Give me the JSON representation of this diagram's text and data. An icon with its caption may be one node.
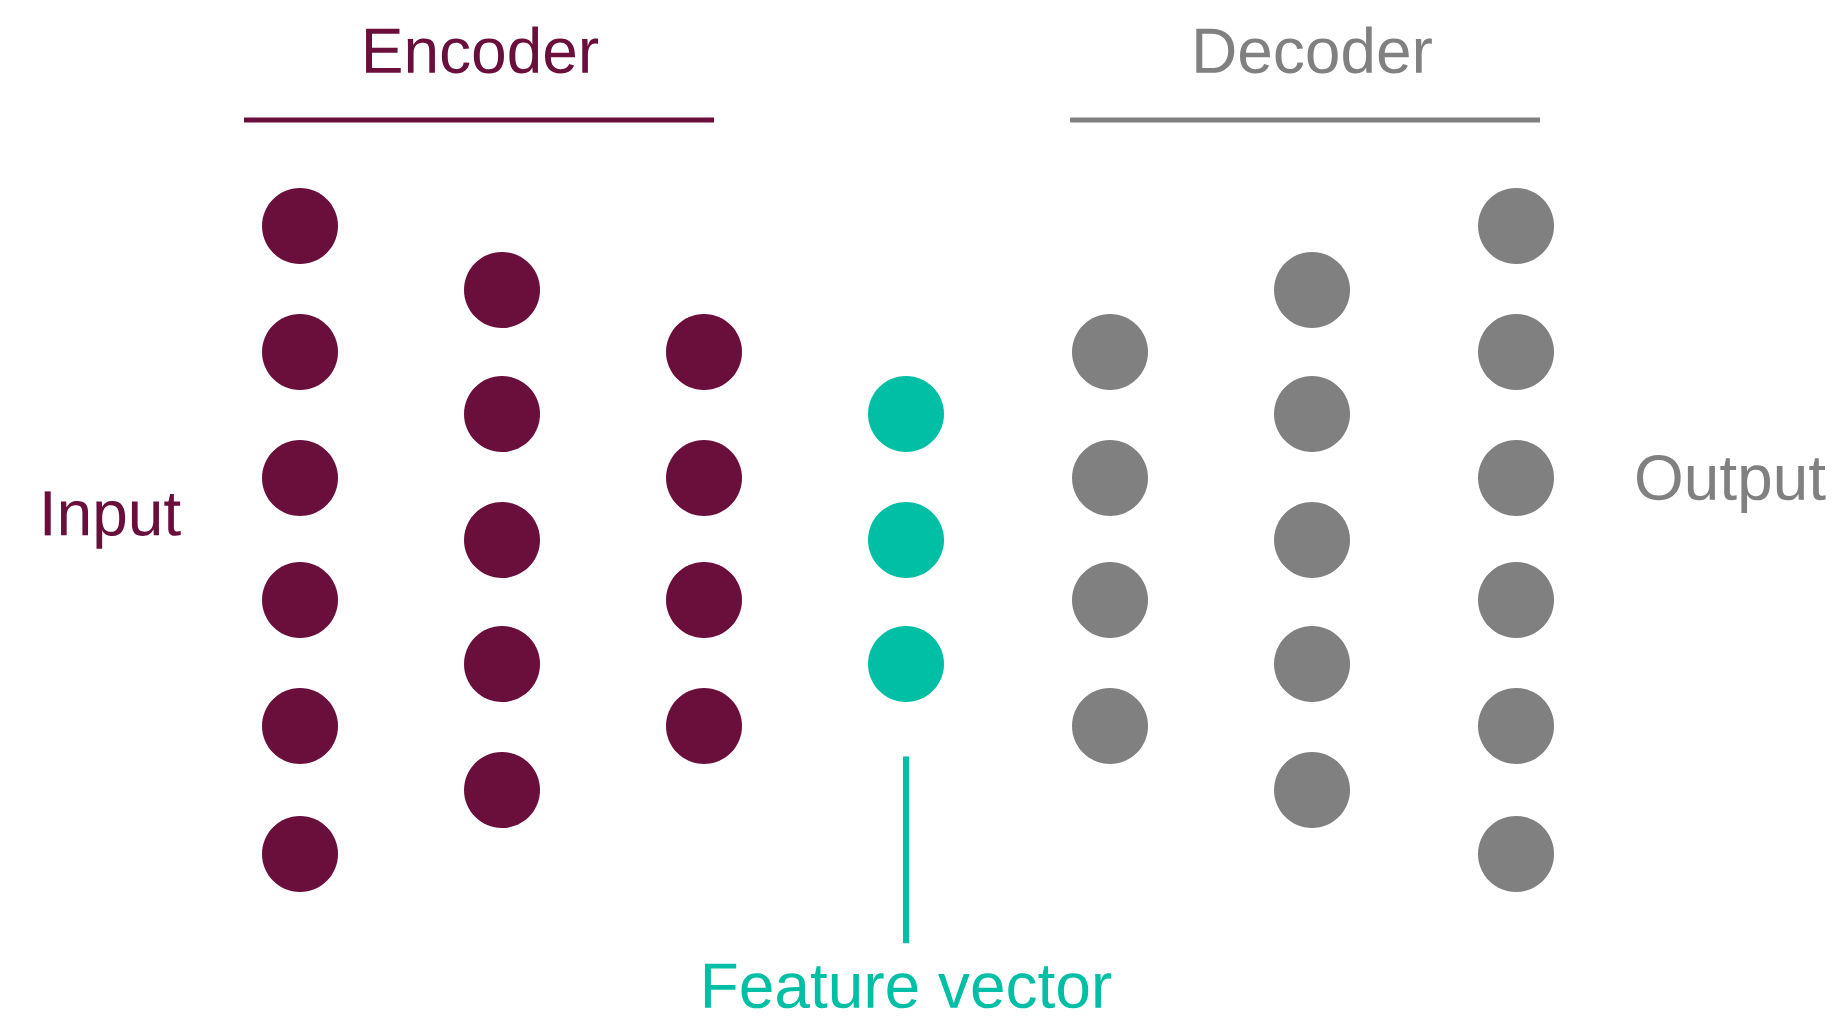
{
  "diagram": {
    "nodes": [
      {
        "text": [],
        "shape": "circle"
      },
      {
        "text": [],
        "shape": "circle"
      },
      {
        "text": [],
        "shape": "circle"
      },
      {
        "text": [],
        "shape": "circle"
      },
      {
        "text": [],
        "shape": "circle"
      },
      {
        "text": [],
        "shape": "circle"
      },
      {
        "text": [],
        "shape": "circle"
      },
      {
        "text": [],
        "shape": "circle"
      },
      {
        "text": [],
        "shape": "circle"
      },
      {
        "text": [],
        "shape": "circle"
      },
      {
        "text": [],
        "shape": "circle"
      },
      {
        "text": [],
        "shape": "circle"
      },
      {
        "text": [],
        "shape": "circle"
      },
      {
        "text": [],
        "shape": "circle"
      },
      {
        "text": [],
        "shape": "circle"
      },
      {
        "text": [],
        "shape": "circle"
      },
      {
        "text": [],
        "shape": "circle"
      },
      {
        "text": [],
        "shape": "circle"
      },
      {
        "text": [],
        "shape": "circle"
      },
      {
        "text": [],
        "shape": "circle"
      },
      {
        "text": [],
        "shape": "circle"
      },
      {
        "text": [],
        "shape": "circle"
      },
      {
        "text": [],
        "shape": "circle"
      },
      {
        "text": [],
        "shape": "circle"
      },
      {
        "text": [],
        "shape": "circle"
      },
      {
        "text": [],
        "shape": "circle"
      },
      {
        "text": [],
        "shape": "circle"
      },
      {
        "text": [],
        "shape": "circle"
      },
      {
        "text": [],
        "shape": "circle"
      },
      {
        "text": [],
        "shape": "circle"
      },
      {
        "text": [],
        "shape": "circle"
      },
      {
        "text": [],
        "shape": "circle"
      },
      {
        "text": [],
        "shape": "circle"
      },
      {
        "text": [
          "Feature vector"
        ]
      }
    ],
    "edges": [
      {
        "from": 33,
        "to": 17,
        "arrow": "none"
      }
    ],
    "labels": [
      "Encoder",
      "Decoder",
      "Input",
      "Output"
    ]
  }
}
